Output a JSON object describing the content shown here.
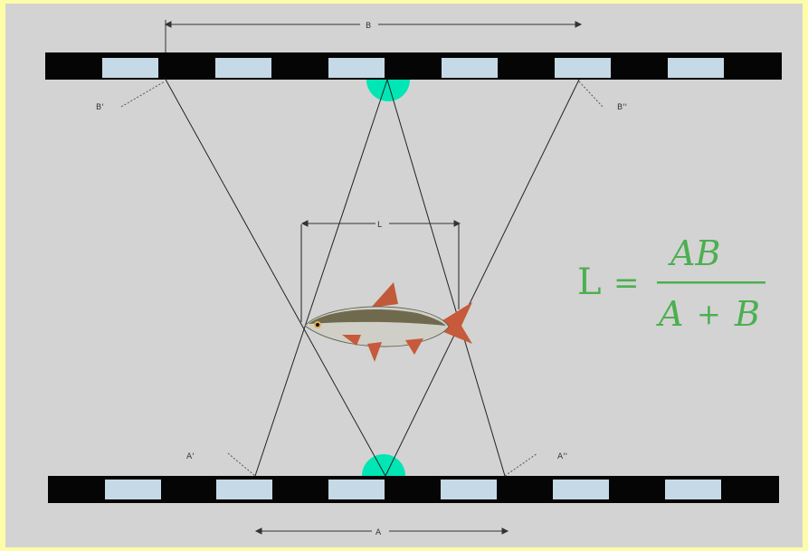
{
  "labels": {
    "top_distance": "B",
    "bottom_distance": "A",
    "fish_length": "L",
    "top_left_point": "B'",
    "top_right_point": "B''",
    "bottom_left_point": "A'",
    "bottom_right_point": "A''"
  },
  "formula": {
    "lhs": "L",
    "equals": "=",
    "numerator": "AB",
    "denominator_a": "A",
    "plus": "+",
    "denominator_b": "B"
  },
  "colors": {
    "page_border": "#fdfca8",
    "background": "#d3d3d3",
    "bar": "#050505",
    "bar_window": "#c6d9e6",
    "camera": "#00e6b4",
    "formula": "#4caf50",
    "lines": "#222222"
  }
}
